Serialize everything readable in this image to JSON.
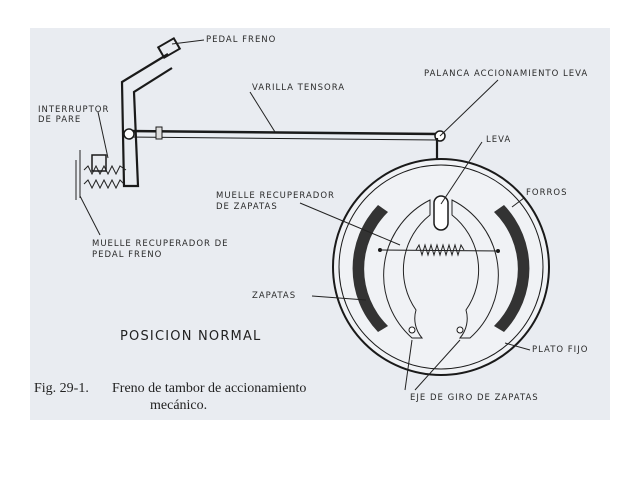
{
  "labels": {
    "pedal_freno": "PEDAL FRENO",
    "varilla_tensora": "VARILLA TENSORA",
    "palanca": "PALANCA ACCIONAMIENTO LEVA",
    "interruptor_1": "INTERRUPTOR",
    "interruptor_2": "DE PARE",
    "leva": "LEVA",
    "forros": "FORROS",
    "muelle_zapatas_1": "MUELLE RECUPERADOR",
    "muelle_zapatas_2": "DE ZAPATAS",
    "muelle_pedal_1": "MUELLE RECUPERADOR DE",
    "muelle_pedal_2": "PEDAL FRENO",
    "zapatas": "ZAPATAS",
    "posicion": "POSICION NORMAL",
    "plato_fijo": "PLATO FIJO",
    "eje": "EJE DE GIRO DE ZAPATAS"
  },
  "caption": {
    "number": "Fig. 29-1.",
    "line1": "Freno de tambor de accionamiento",
    "line2": "mecánico."
  }
}
